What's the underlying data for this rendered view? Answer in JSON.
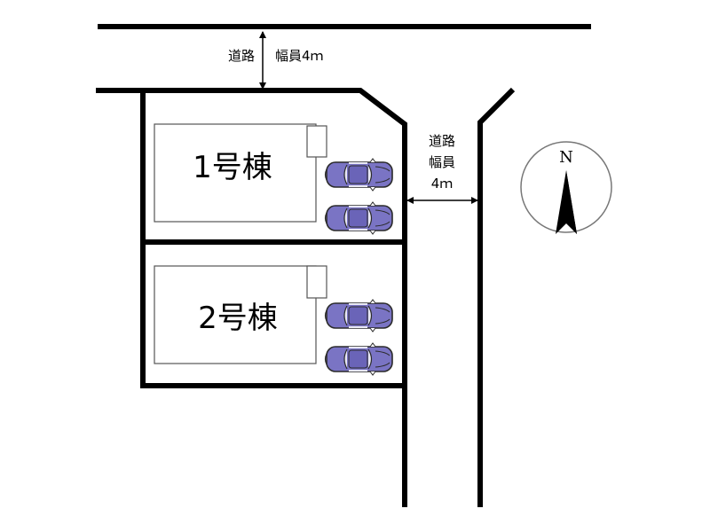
{
  "top_road": {
    "name": "道路",
    "width_label": "幅員4ｍ"
  },
  "side_road": {
    "name": "道路",
    "width_label": "幅員",
    "width_value": "4ｍ"
  },
  "lots": [
    {
      "label": "1号棟"
    },
    {
      "label": "2号棟"
    }
  ],
  "compass": {
    "north_label": "N"
  },
  "colors": {
    "lines": "#000000",
    "car_body": "#7a74c4",
    "car_outline": "#2a2a2a"
  }
}
